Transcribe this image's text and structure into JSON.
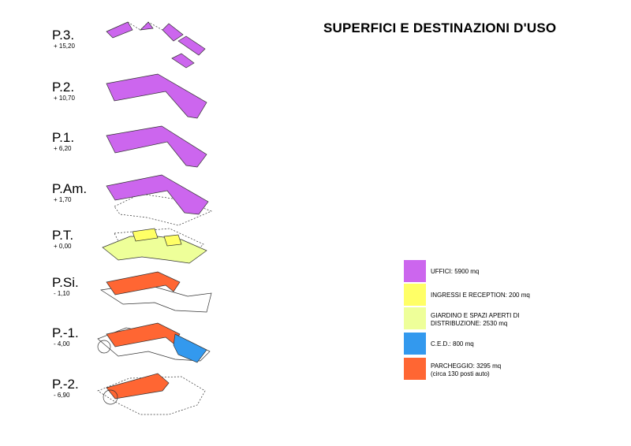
{
  "title": "SUPERFICI E DESTINAZIONI D'USO",
  "floors": [
    {
      "name": "P.3.",
      "elevation": "+ 15,20"
    },
    {
      "name": "P.2.",
      "elevation": "+ 10,70"
    },
    {
      "name": "P.1.",
      "elevation": "+ 6,20"
    },
    {
      "name": "P.Am.",
      "elevation": "+ 1,70"
    },
    {
      "name": "P.T.",
      "elevation": "+ 0,00"
    },
    {
      "name": "P.Si.",
      "elevation": "- 1,10"
    },
    {
      "name": "P.-1.",
      "elevation": "- 4,00"
    },
    {
      "name": "P.-2.",
      "elevation": "- 6,90"
    }
  ],
  "legend": [
    {
      "color": "#cc66ee",
      "line1": "UFFICI:  5900 mq",
      "line2": ""
    },
    {
      "color": "#ffff66",
      "line1": "INGRESSI E RECEPTION:  200 mq",
      "line2": ""
    },
    {
      "color": "#eeff99",
      "line1": "GIARDINO E SPAZI APERTI DI",
      "line2": "DISTRIBUZIONE:  2530 mq"
    },
    {
      "color": "#3399ee",
      "line1": "C.E.D.:  800 mq",
      "line2": ""
    },
    {
      "color": "#ff6633",
      "line1": "PARCHEGGIO:  3295 mq",
      "line2": "(circa 130 posti auto)"
    }
  ]
}
